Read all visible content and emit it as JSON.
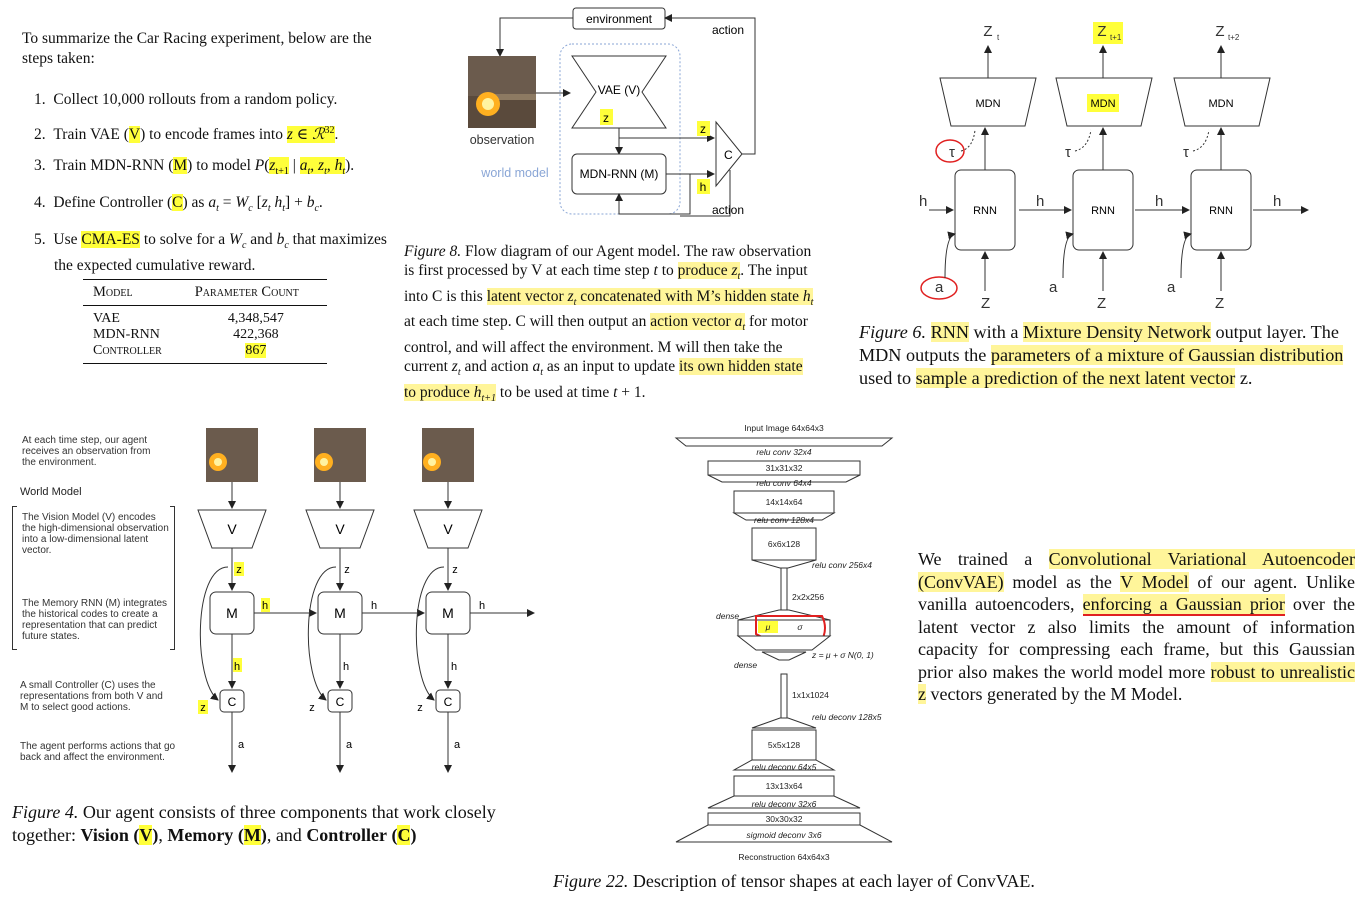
{
  "summary": {
    "intro": "To summarize the Car Racing experiment, below are the steps taken:",
    "steps": [
      {
        "num": "1.",
        "pre": "Collect 10,000 rollouts from a random policy."
      },
      {
        "num": "2.",
        "pre": "Train VAE (",
        "h1": "V",
        "mid": ") to encode frames into ",
        "h2": "z ∈ ℛ³²",
        "post": "."
      },
      {
        "num": "3.",
        "pre": "Train MDN-RNN (",
        "h1": "M",
        "mid": ") to model P(",
        "h2": "z_{t+1}",
        "mid2": " | ",
        "h3": "a_t, z_t, h_t",
        "post": ")."
      },
      {
        "num": "4.",
        "pre": "Define Controller (",
        "h1": "C",
        "mid": ") as a_t = W_c [z_t h_t] + b_c."
      },
      {
        "num": "5.",
        "pre": "Use ",
        "h1": "CMA-ES",
        "mid": " to solve for a W_c and b_c that maximizes the expected cumulative reward."
      }
    ],
    "table": {
      "headers": [
        "Model",
        "Parameter Count"
      ],
      "rows": [
        [
          "VAE",
          "4,348,547"
        ],
        [
          "MDN-RNN",
          "422,368"
        ],
        [
          "Controller",
          "867"
        ]
      ]
    }
  },
  "fig8": {
    "labels": {
      "environment": "environment",
      "action_top": "action",
      "action_bottom": "action",
      "observation": "observation",
      "world_model": "world model",
      "vae": "VAE (V)",
      "mdn": "MDN-RNN (M)",
      "c": "C",
      "z": "z",
      "h": "h"
    },
    "caption_label": "Figure 8.",
    "caption": "Flow diagram of our Agent model. The raw observation is first processed by V at each time step t to produce z_t. The input into C is this latent vector z_t concatenated with M’s hidden state h_t at each time step. C will then output an action vector a_t for motor control, and will affect the environment. M will then take the current z_t and action a_t as an input to update its own hidden state to produce h_{t+1} to be used at time t + 1."
  },
  "fig6": {
    "labels": {
      "mdn": "MDN",
      "rnn": "RNN",
      "tau": "τ",
      "z_t": "Z",
      "z_t1": "Z",
      "z_t2": "Z",
      "sub_t": "t",
      "sub_t1": "t+1",
      "sub_t2": "t+2",
      "h_tm1": "h",
      "h_t": "h",
      "h_t1": "h",
      "h_t2": "h",
      "a_tm1": "a",
      "a_t": "a",
      "a_t1": "a"
    },
    "caption_label": "Figure 6.",
    "caption_parts": [
      "RNN",
      " with a ",
      "Mixture Density Network",
      " output layer. The MDN outputs the ",
      "parameters of a mixture of Gaussian distribution",
      " used to ",
      "sample a prediction of the next latent vector",
      " z."
    ]
  },
  "fig4": {
    "text1": "At each time step, our agent receives an observation from the environment.",
    "world_model": "World Model",
    "text2": "The Vision Model (V) encodes the high-dimensional observation into a low-dimensional latent vector.",
    "text3": "The Memory RNN (M) integrates the historical codes to create a representation that can predict future states.",
    "text4": "A small Controller (C) uses the representations from both V and M to select good actions.",
    "text5": "The agent performs actions that go back and affect the environment.",
    "labels": {
      "v": "V",
      "m": "M",
      "c": "C",
      "z": "z",
      "h": "h",
      "a": "a"
    },
    "caption_label": "Figure 4.",
    "caption_pre": "Our agent consists of three components that work closely together: ",
    "vision": "Vision",
    "memory": "Memory",
    "controller": "Controller",
    "v": "V",
    "m": "M",
    "c": "C"
  },
  "fig22": {
    "layers": [
      "Input Image 64x64x3",
      "relu conv 32x4",
      "31x31x32",
      "relu conv 64x4",
      "14x14x64",
      "relu conv 128x4",
      "6x6x128",
      "relu conv 256x4",
      "2x2x256",
      "dense",
      "μ",
      "σ",
      "z = μ + σ N(0, 1)",
      "dense",
      "1x1x1024",
      "relu deconv 128x5",
      "5x5x128",
      "relu deconv 64x5",
      "13x13x64",
      "relu deconv 32x6",
      "30x30x32",
      "sigmoid deconv 3x6",
      "Reconstruction 64x64x3"
    ],
    "caption_label": "Figure 22.",
    "caption": "Description of tensor shapes at each layer of ConvVAE."
  },
  "convvae_text": {
    "parts": [
      "We trained a ",
      "Convolutional Variational Autoencoder (ConvVAE)",
      " model as the ",
      "V Model",
      " of our agent. Unlike vanilla autoencoders, ",
      "enforcing a Gaussian prior",
      " over the latent vector z also limits the amount of information capacity for compressing each frame, but this Gaussian prior also makes the world model more ",
      "robust to unrealistic z",
      " vectors generated by the M Model."
    ]
  },
  "colors": {
    "highlight_pale": "#fff59a",
    "highlight_bright": "#ffff3a",
    "annotation_red": "#e02020",
    "dotted_blue": "#8aa6d6"
  }
}
